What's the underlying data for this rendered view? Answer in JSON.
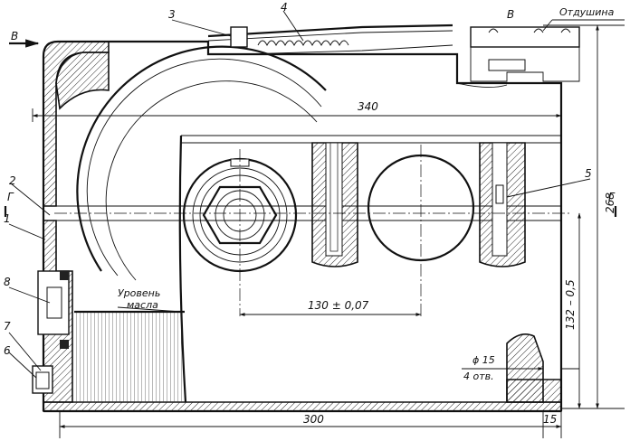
{
  "parts": [
    "1",
    "2",
    "3",
    "4",
    "5",
    "6",
    "7",
    "8"
  ],
  "view_labels": {
    "arrow_v_left": "В",
    "view_v": "В",
    "section_left": "Г",
    "section_right": "Г"
  },
  "vent_label": "Отдушина",
  "oil_level_label": [
    "Уровень",
    "масла"
  ],
  "dimensions": {
    "width_top": "340",
    "height_right": "268",
    "tooth_offset": "130 ± 0,07",
    "axis_height": "132 – 0,5",
    "hole_diameter": "ϕ 15",
    "hole_count": "4 отв.",
    "base_length": "300",
    "base_offset": "15"
  }
}
